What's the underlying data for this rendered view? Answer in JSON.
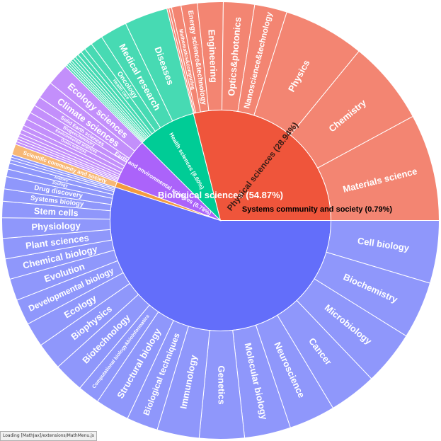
{
  "chart_data": {
    "type": "sunburst",
    "title": "",
    "root_label": "",
    "categories": [
      {
        "name": "Biological sciences (54.87%)",
        "value": 54.87,
        "color": "#636efa",
        "children": [
          {
            "name": "Cell biology",
            "value": 4.6
          },
          {
            "name": "Biochemistry",
            "value": 4.2
          },
          {
            "name": "Microbiology",
            "value": 4.0
          },
          {
            "name": "Cancer",
            "value": 3.5
          },
          {
            "name": "Neuroscience",
            "value": 3.4
          },
          {
            "name": "Molecular biology",
            "value": 3.4
          },
          {
            "name": "Genetics",
            "value": 3.3
          },
          {
            "name": "Immunology",
            "value": 3.1
          },
          {
            "name": "Biological techniques",
            "value": 2.3
          },
          {
            "name": "Structural biology",
            "value": 2.5
          },
          {
            "name": "Computational biology&bioinformatics",
            "value": 1.6
          },
          {
            "name": "Biotechnology",
            "value": 2.2
          },
          {
            "name": "Biophysics",
            "value": 2.0
          },
          {
            "name": "Ecology",
            "value": 1.8
          },
          {
            "name": "Developmental biology",
            "value": 1.9
          },
          {
            "name": "Evolution",
            "value": 1.6
          },
          {
            "name": "Chemical biology",
            "value": 1.5
          },
          {
            "name": "Plant sciences",
            "value": 1.5
          },
          {
            "name": "Physiology",
            "value": 1.5
          },
          {
            "name": "Stem cells",
            "value": 1.2
          },
          {
            "name": "Systems biology",
            "value": 0.9
          },
          {
            "name": "Drug discovery",
            "value": 0.9
          },
          {
            "name": "Zoology",
            "value": 0.55
          },
          {
            "name": "Anatomy",
            "value": 0.45
          },
          {
            "name": "",
            "value": 0.25
          },
          {
            "name": "",
            "value": 0.2
          },
          {
            "name": "",
            "value": 0.2
          }
        ]
      },
      {
        "name": "Systems community and society (0.79%)",
        "value": 0.79,
        "color": "#f49b3f",
        "children": [
          {
            "name": "Scientific community and society",
            "value": 0.79
          }
        ]
      },
      {
        "name": "Earth and environmental sciences (6.78%)",
        "value": 6.78,
        "color": "#ab63fa",
        "children": [
          {
            "name": "",
            "value": 0.2
          },
          {
            "name": "",
            "value": 0.2
          },
          {
            "name": "",
            "value": 0.2
          },
          {
            "name": "",
            "value": 0.25
          },
          {
            "name": "",
            "value": 0.3
          },
          {
            "name": "",
            "value": 0.35
          },
          {
            "name": "Ocean sciences",
            "value": 0.5
          },
          {
            "name": "Environmental sciences",
            "value": 0.55
          },
          {
            "name": "Biogeochemistry",
            "value": 0.6
          },
          {
            "name": "Solid Earth sciences",
            "value": 0.7
          },
          {
            "name": "Climate sciences",
            "value": 1.3
          },
          {
            "name": "Ecology sciences",
            "value": 1.63
          }
        ]
      },
      {
        "name": "Health sciences (8.60%)",
        "value": 8.6,
        "color": "#00cc96",
        "children": [
          {
            "name": "",
            "value": 0.15
          },
          {
            "name": "",
            "value": 0.15
          },
          {
            "name": "",
            "value": 0.15
          },
          {
            "name": "",
            "value": 0.15
          },
          {
            "name": "",
            "value": 0.2
          },
          {
            "name": "",
            "value": 0.2
          },
          {
            "name": "",
            "value": 0.25
          },
          {
            "name": "",
            "value": 0.3
          },
          {
            "name": "",
            "value": 0.35
          },
          {
            "name": "Health care",
            "value": 0.6
          },
          {
            "name": "Oncology",
            "value": 0.9
          },
          {
            "name": "Medical research",
            "value": 2.0
          },
          {
            "name": "Diseases",
            "value": 3.2
          }
        ]
      },
      {
        "name": "Physical sciences (28.94%)",
        "value": 28.94,
        "color": "#ef553b",
        "children": [
          {
            "name": "",
            "value": 0.15
          },
          {
            "name": "",
            "value": 0.2
          },
          {
            "name": "Mathematics&computing",
            "value": 0.7
          },
          {
            "name": "Energy science&technology",
            "value": 1.2
          },
          {
            "name": "Engineering",
            "value": 1.9
          },
          {
            "name": "Optics&photonics",
            "value": 2.3
          },
          {
            "name": "Nanoscience&technology",
            "value": 2.4
          },
          {
            "name": "Physics",
            "value": 6.0
          },
          {
            "name": "Chemistry",
            "value": 6.2
          },
          {
            "name": "Materials science",
            "value": 7.89
          }
        ]
      }
    ],
    "start_angle_deg": 0,
    "direction": "clockwise"
  },
  "status_bar": {
    "text": "Loading [MathJax]/extensions/MathMenu.js"
  }
}
